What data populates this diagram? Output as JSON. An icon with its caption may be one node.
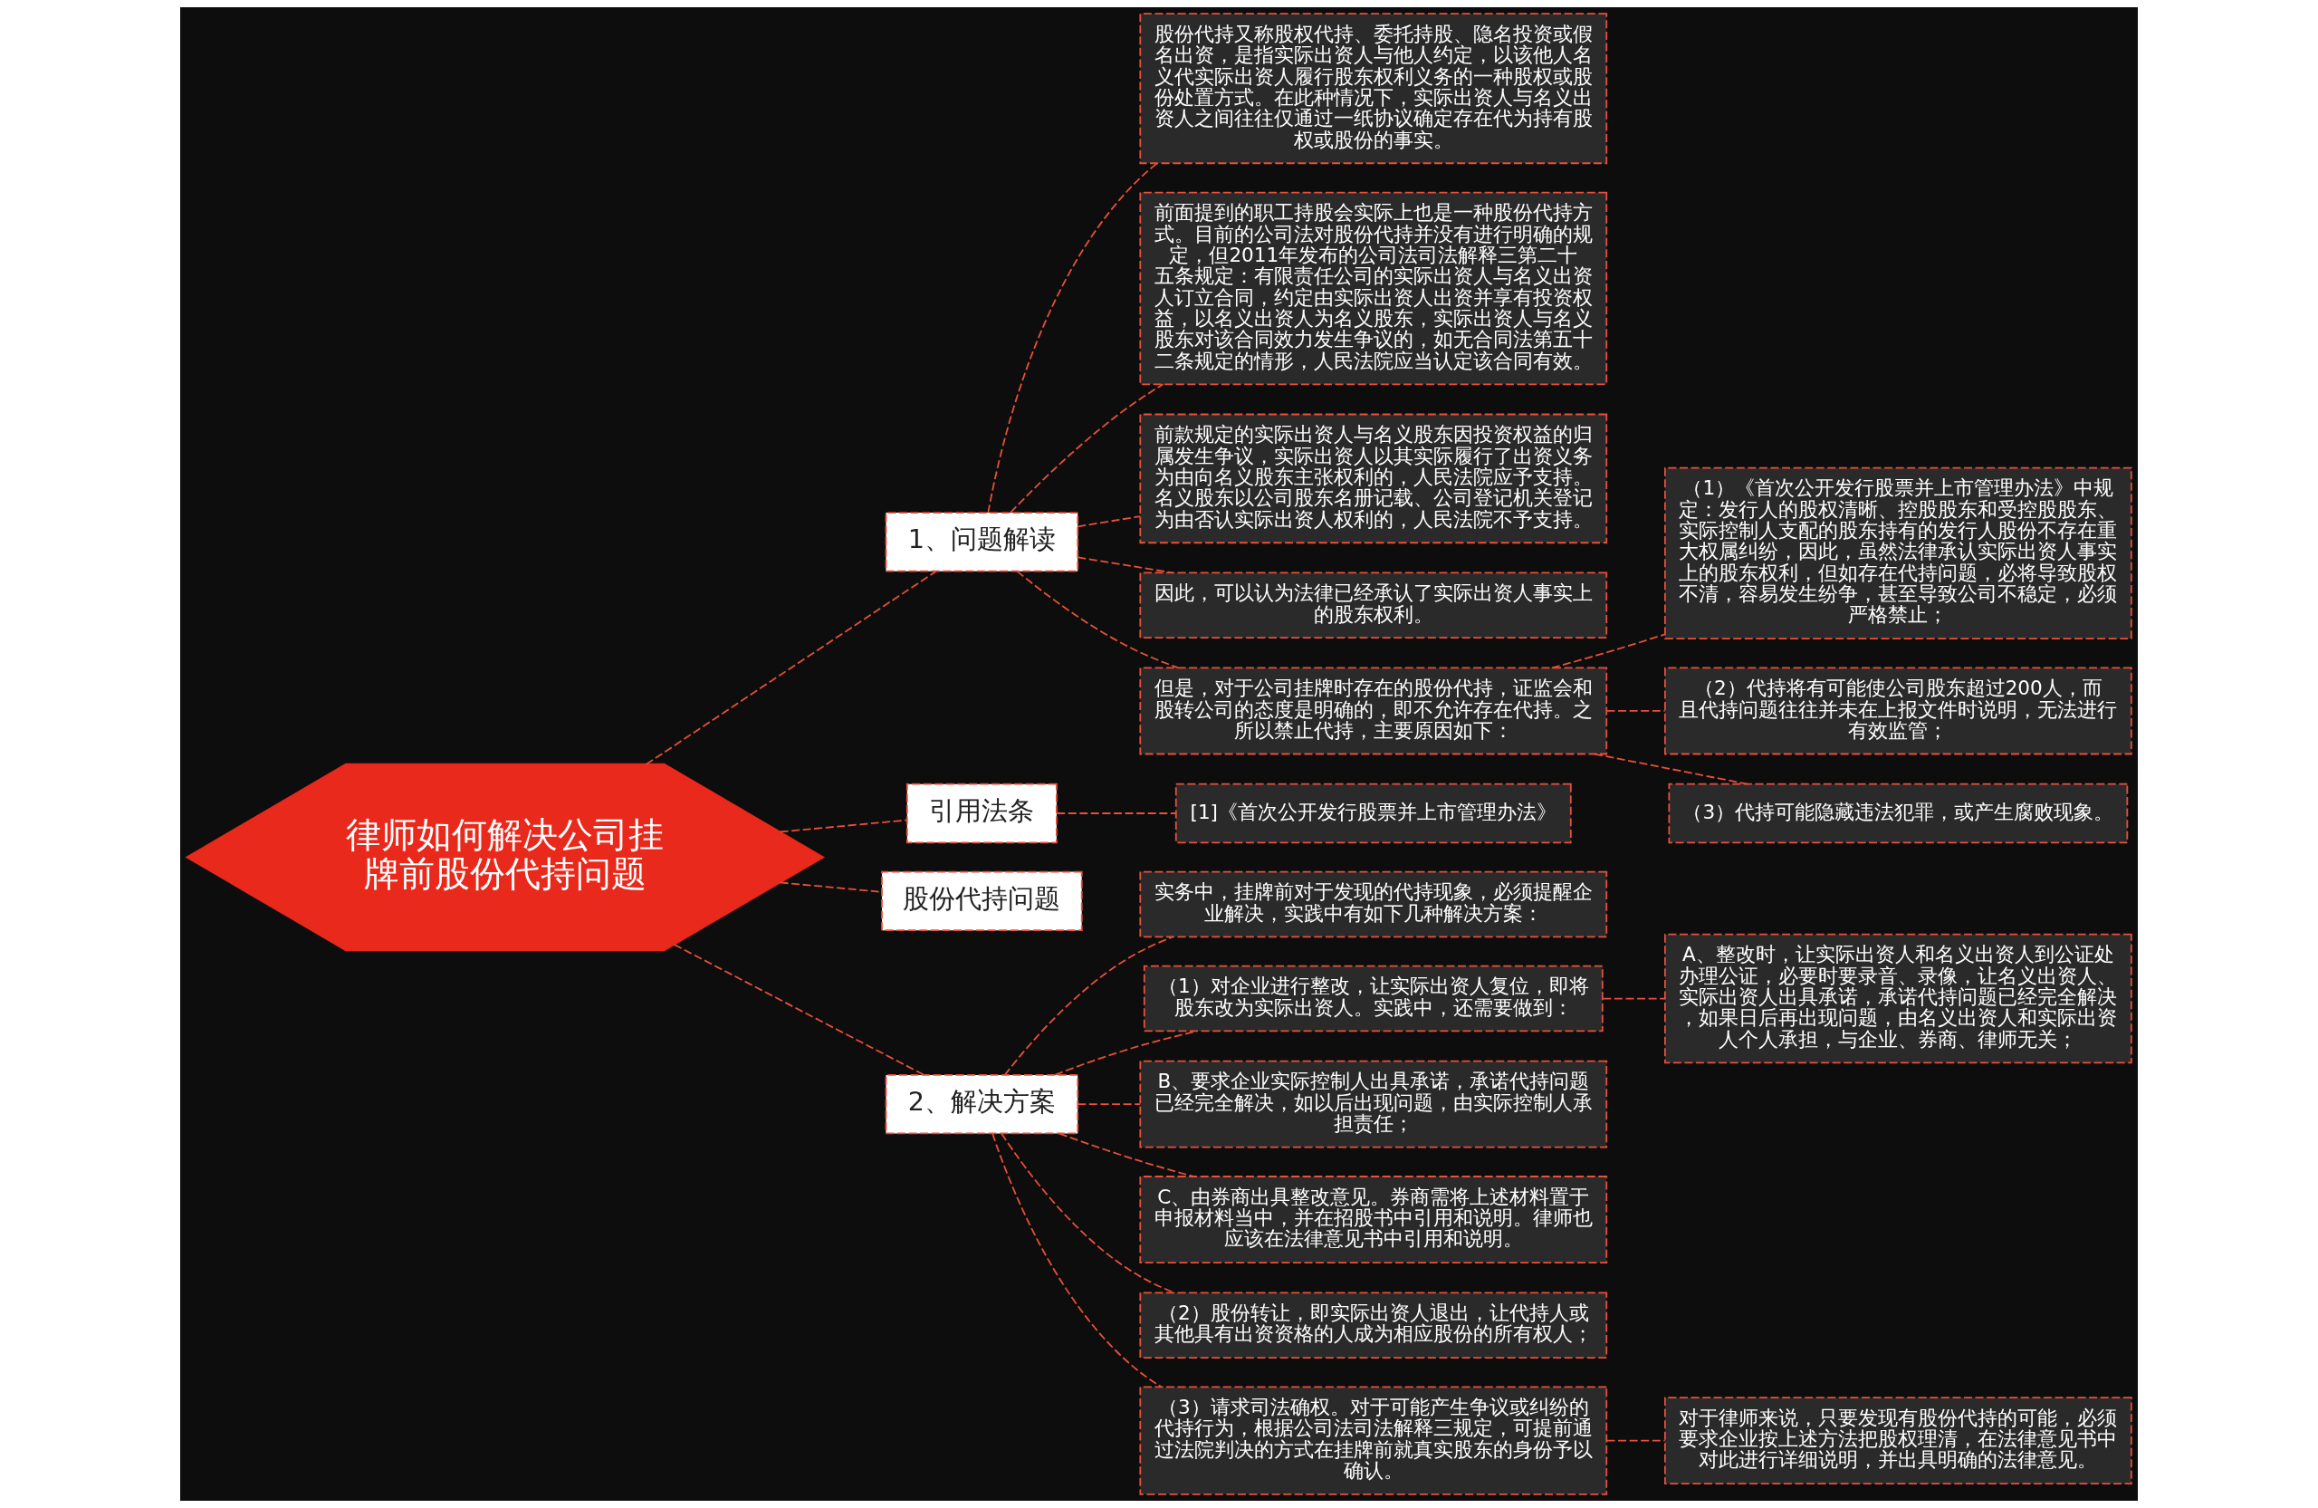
{
  "diagram": {
    "nodes": [
      {
        "text": [
          "律师如何解决公司挂牌前股份代持问题"
        ]
      },
      {
        "text": [
          "1、问题解读"
        ]
      },
      {
        "text": [
          "股份代持又称股权代持、委托持股、隐名投资或假名出资，是指实际出资人与他人约定，以该他人名义代实际出资人履行股东权利义务的一种股权或股份处置方式。在此种情况下，实际出资人与名义出资人之间往往仅通过一纸协议确定存在代为持有股权或股份的事实。"
        ]
      },
      {
        "text": [
          "前面提到的职工持股会实际上也是一种股份代持方式。目前的公司法对股份代持并没有进行明确的规定，但2011年发布的公司法司法解释三第二十五条规定：有限责任公司的实际出资人与名义出资人订立合同，约定由实际出资人出资并享有投资权益，以名义出资人为名义股东，实际出资人与名义股东对该合同效力发生争议的，如无合同法第五十二条规定的情形，人民法院应当认定该合同有效。"
        ]
      },
      {
        "text": [
          "前款规定的实际出资人与名义股东因投资权益的归属发生争议，实际出资人以其实际履行了出资义务为由向名义股东主张权利的，人民法院应予支持。名义股东以公司股东名册记载、公司登记机关登记为由否认实际出资人权利的，人民法院不予支持。"
        ]
      },
      {
        "text": [
          "因此，可以认为法律已经承认了实际出资人事实上的股东权利。"
        ]
      },
      {
        "text": [
          "但是，对于公司挂牌时存在的股份代持，证监会和股转公司的态度是明确的，即不允许存在代持。之所以禁止代持，主要原因如下："
        ]
      },
      {
        "text": [
          "（1）《首次公开发行股票并上市管理办法》中规定：发行人的股权清晰、控股股东和受控股股东、实际控制人支配的股东持有的发行人股份不存在重大权属纠纷，因此，虽然法律承认实际出资人事实上的股东权利，但如存在代持问题，必将导致股权不清，容易发生纷争，甚至导致公司不稳定，必须严格禁止；"
        ]
      },
      {
        "text": [
          "（2）代持将有可能使公司股东超过200人，而且代持问题往往并未在上报文件时说明，无法进行有效监管；"
        ]
      },
      {
        "text": [
          "（3）代持可能隐藏违法犯罪，或产生腐败现象。"
        ]
      },
      {
        "text": [
          "引用法条"
        ]
      },
      {
        "text": [
          "[1]《首次公开发行股票并上市管理办法》"
        ]
      },
      {
        "text": [
          "股份代持问题"
        ]
      },
      {
        "text": [
          "2、解决方案"
        ]
      },
      {
        "text": [
          "实务中，挂牌前对于发现的代持现象，必须提醒企业解决，实践中有如下几种解决方案："
        ]
      },
      {
        "text": [
          "（1）对企业进行整改，让实际出资人复位，即将股东改为实际出资人。实践中，还需要做到："
        ]
      },
      {
        "text": [
          "A、整改时，让实际出资人和名义出资人到公证处办理公证，必要时要录音、录像，让名义出资人、实际出资人出具承诺，承诺代持问题已经完全解决，如果日后再出现问题，由名义出资人和实际出资人个人承担，与企业、券商、律师无关；"
        ]
      },
      {
        "text": [
          "B、要求企业实际控制人出具承诺，承诺代持问题已经完全解决，如以后出现问题，由实际控制人承担责任；"
        ]
      },
      {
        "text": [
          "C、由券商出具整改意见。券商需将上述材料置于申报材料当中，并在招股书中引用和说明。律师也应该在法律意见书中引用和说明。"
        ]
      },
      {
        "text": [
          "（2）股份转让，即实际出资人退出，让代持人或其他具有出资资格的人成为相应股份的所有权人；"
        ]
      },
      {
        "text": [
          "（3）请求司法确权。对于可能产生争议或纠纷的代持行为，根据公司法司法解释三规定，可提前通过法院判决的方式在挂牌前就真实股东的身份予以确认。"
        ]
      },
      {
        "text": [
          "对于律师来说，只要发现有股份代持的可能，必须要求企业按上述方法把股权理清，在法律意见书中对此进行详细说明，并出具明确的法律意见。"
        ]
      }
    ],
    "edges": [
      {
        "from": 0,
        "to": 1,
        "arrow": "none",
        "style": "dashed"
      },
      {
        "from": 1,
        "to": 2,
        "arrow": "none",
        "style": "dashed"
      },
      {
        "from": 1,
        "to": 3,
        "arrow": "none",
        "style": "dashed"
      },
      {
        "from": 1,
        "to": 4,
        "arrow": "none",
        "style": "dashed"
      },
      {
        "from": 1,
        "to": 5,
        "arrow": "none",
        "style": "dashed"
      },
      {
        "from": 1,
        "to": 6,
        "arrow": "none",
        "style": "dashed"
      },
      {
        "from": 6,
        "to": 7,
        "arrow": "none",
        "style": "dashed"
      },
      {
        "from": 6,
        "to": 8,
        "arrow": "none",
        "style": "dashed"
      },
      {
        "from": 6,
        "to": 9,
        "arrow": "none",
        "style": "dashed"
      },
      {
        "from": 0,
        "to": 10,
        "arrow": "none",
        "style": "dashed"
      },
      {
        "from": 10,
        "to": 11,
        "arrow": "none",
        "style": "dashed"
      },
      {
        "from": 0,
        "to": 12,
        "arrow": "none",
        "style": "dashed"
      },
      {
        "from": 0,
        "to": 13,
        "arrow": "none",
        "style": "dashed"
      },
      {
        "from": 13,
        "to": 14,
        "arrow": "none",
        "style": "dashed"
      },
      {
        "from": 13,
        "to": 15,
        "arrow": "none",
        "style": "dashed"
      },
      {
        "from": 15,
        "to": 16,
        "arrow": "none",
        "style": "dashed"
      },
      {
        "from": 13,
        "to": 17,
        "arrow": "none",
        "style": "dashed"
      },
      {
        "from": 13,
        "to": 18,
        "arrow": "none",
        "style": "dashed"
      },
      {
        "from": 13,
        "to": 19,
        "arrow": "none",
        "style": "dashed"
      },
      {
        "from": 13,
        "to": 20,
        "arrow": "none",
        "style": "dashed"
      },
      {
        "from": 20,
        "to": 21,
        "arrow": "none",
        "style": "dashed"
      }
    ]
  }
}
